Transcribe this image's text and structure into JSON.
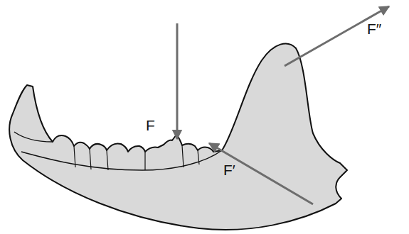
{
  "diagram": {
    "labels": [
      "F",
      "F′",
      "F″"
    ]
  }
}
